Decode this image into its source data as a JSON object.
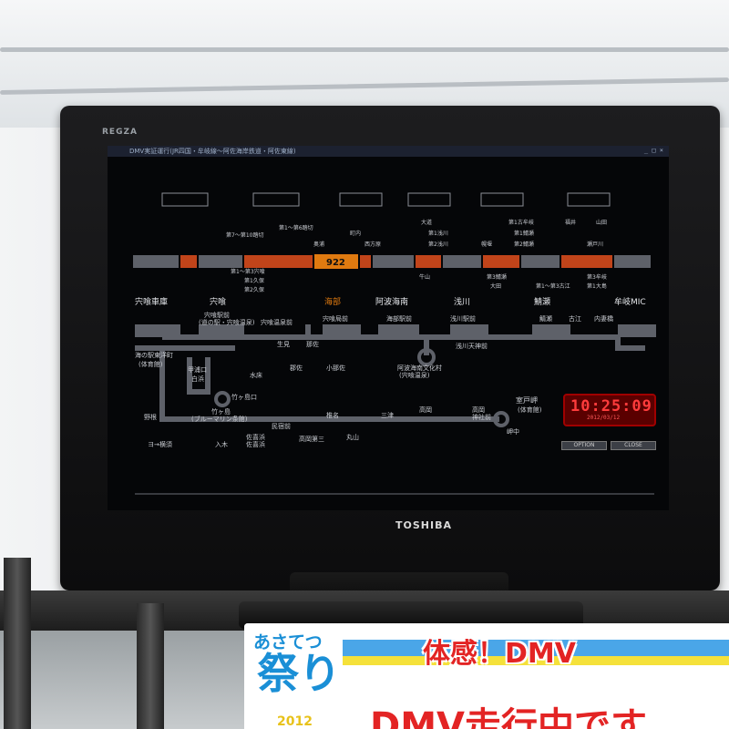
{
  "tv": {
    "maker": "TOSHIBA",
    "model": "REGZA",
    "window_title": "DMV実証運行(JR四国・牟岐線～阿佐海岸鉄道・阿佐東線)",
    "window_controls": "_ □ ×",
    "line_top": {
      "stations": [
        "宍喰車庫",
        "宍喰",
        "海部",
        "阿波海南",
        "浅川",
        "鯖瀬",
        "牟岐MIC"
      ],
      "train_number": "922",
      "signals": [
        "第7～第10踏切",
        "第1～第6踏切",
        "第1久保",
        "第2久保",
        "第1～第3宍喰",
        "町内",
        "奥浦",
        "西方原",
        "大道",
        "第1浅川",
        "第2浅川",
        "牛山",
        "幌堰",
        "第1古牟岐",
        "第1鯖瀬",
        "第2鯖瀬",
        "第3鯖瀬",
        "大田",
        "第1～第3古江",
        "福井",
        "山田",
        "瀬戸川",
        "第3牟岐",
        "第1大島"
      ]
    },
    "line_bottom": {
      "stations": [
        "宍喰駅前",
        "(道の駅・宍喰温泉)",
        "海の駅東洋町",
        "(体育館)",
        "阿波海南文化村",
        "(宍喰温泉)",
        "竹ヶ島",
        "(ブルーマリン条館)",
        "宍喰温泉前",
        "宍喰局前",
        "浅川駅前",
        "海部駅前",
        "浅川天神前",
        "鯖瀬",
        "古江",
        "内妻橋",
        "室戸岬",
        "(体育館)"
      ],
      "labels": [
        "甲浦口",
        "白浜",
        "竹ヶ島口",
        "生見",
        "那佐",
        "水床",
        "小那佐",
        "郡佐",
        "野根",
        "入木",
        "佐喜浜",
        "佐喜浜",
        "民宿前",
        "椎名",
        "三津",
        "高岡",
        "高岡",
        "神社前",
        "高岡第三",
        "丸山",
        "岬中"
      ],
      "start_label": "ヨ→横須"
    },
    "clock": {
      "time": "10:25:09",
      "date": "2012/03/12"
    },
    "buttons": {
      "option": "OPTION",
      "close": "CLOSE"
    }
  },
  "sign": {
    "logo_line1": "あさてつ",
    "logo_line2": "祭り",
    "logo_year": "2012",
    "title": "体感！DMV",
    "subtitle": "DMV走行中です"
  },
  "colors": {
    "track": "#6c6f76",
    "track_active": "#d35a1a",
    "train": "#e07a10",
    "clock_bg": "#5a0000",
    "clock_digits": "#ff3c3c",
    "sign_red": "#e32424",
    "logo_blue": "#1a8fd6"
  }
}
